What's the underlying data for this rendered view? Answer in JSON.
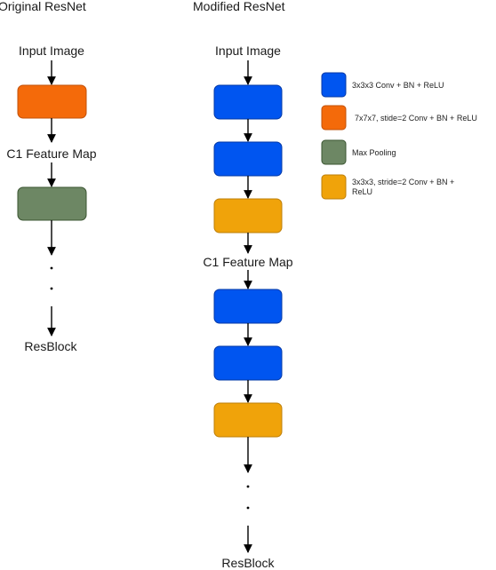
{
  "colors": {
    "blue": "#0055f0",
    "blue_stroke": "#0037a6",
    "orange": "#f46a0a",
    "orange_stroke": "#c2510a",
    "green": "#6d8764",
    "green_stroke": "#3a5431",
    "amber": "#f0a30a",
    "amber_stroke": "#bd7f0a"
  },
  "left": {
    "title": "Original ResNet",
    "input_label": "Input Image",
    "c1_label": "C1 Feature Map",
    "end_label": "ResBlock",
    "blocks": [
      {
        "kind": "orange",
        "icon": "conv-7x7-block"
      },
      {
        "kind": "green",
        "icon": "max-pool-block"
      }
    ]
  },
  "right": {
    "title": "Modified ResNet",
    "input_label": "Input Image",
    "c1_label": "C1 Feature Map",
    "end_label": "ResBlock",
    "blocks_top": [
      "blue",
      "blue",
      "amber"
    ],
    "blocks_bottom": [
      "blue",
      "blue",
      "amber"
    ]
  },
  "legend": [
    {
      "color": "blue",
      "text": "3x3x3 Conv + BN + ReLU"
    },
    {
      "color": "orange",
      "text": "7x7x7, stide=2 Conv + BN + ReLU"
    },
    {
      "color": "green",
      "text": "Max Pooling"
    },
    {
      "color": "amber",
      "text": "3x3x3, stride=2 Conv + BN + ReLU"
    }
  ]
}
